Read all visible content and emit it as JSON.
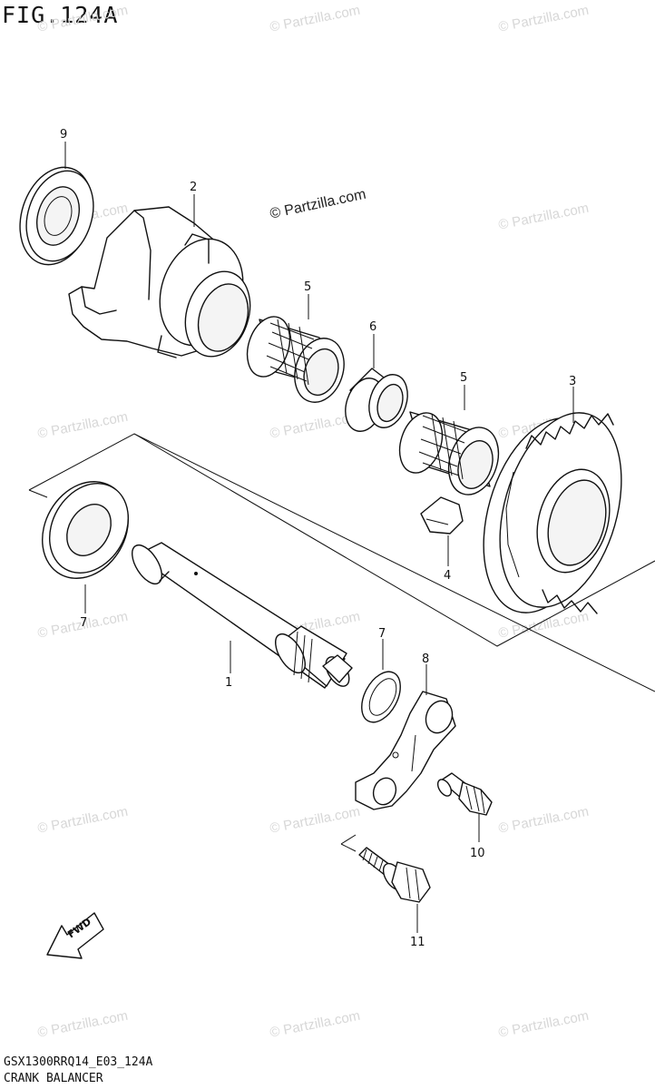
{
  "figure": {
    "title": "FIG.124A",
    "code": "GSX1300RRQ14_E03_124A",
    "name": "CRANK BALANCER"
  },
  "watermark": {
    "text": "© Partzilla.com",
    "center_text": "© Partzilla.com"
  },
  "callouts": [
    "1",
    "2",
    "3",
    "4",
    "5",
    "5",
    "6",
    "7",
    "7",
    "8",
    "9",
    "10",
    "11"
  ],
  "fwd_label": "FWD",
  "icons": {
    "fwd_arrow": "fwd-arrow-icon"
  }
}
